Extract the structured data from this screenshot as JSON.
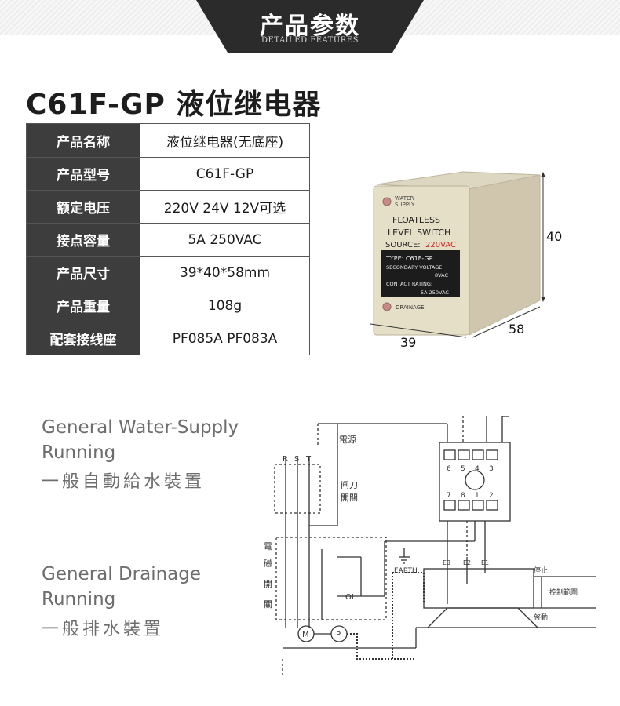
{
  "header": {
    "title": "产品参数",
    "subtitle": "DETAILED FEATURES"
  },
  "product_title": "C61F-GP 液位继电器",
  "specs": [
    {
      "label": "产品名称",
      "value": "液位继电器(无底座)"
    },
    {
      "label": "产品型号",
      "value": "C61F-GP"
    },
    {
      "label": "额定电压",
      "value": "220V 24V 12V可选"
    },
    {
      "label": "接点容量",
      "value": "5A 250VAC"
    },
    {
      "label": "产品尺寸",
      "value": "39*40*58mm"
    },
    {
      "label": "产品重量",
      "value": "108g"
    },
    {
      "label": "配套接线座",
      "value": "PF085A  PF083A"
    }
  ],
  "relay": {
    "water_supply": "WATER-\nSUPPLY",
    "line1": "FLOATLESS",
    "line2": "LEVEL SWITCH",
    "source_prefix": "SOURCE:",
    "source_value": "220VAC",
    "type_line": "TYPE:  C61F-GP",
    "secondary_voltage": "SECONDARY VOLTAGE:",
    "secondary_value": "8VAC",
    "contact_rating": "CONTACT RATING:",
    "contact_value": "5A 250VAC",
    "drainage": "DRAINAGE",
    "dim_height": "40",
    "dim_depth": "58",
    "dim_width": "39",
    "accent_color": "#cc2222"
  },
  "captions": {
    "supply_en_1": "General Water-Supply",
    "supply_en_2": "Running",
    "supply_zh": "一般自動給水裝置",
    "drain_en_1": "General Drainage",
    "drain_en_2": "Running",
    "drain_zh": "一般排水裝置"
  },
  "wiring": {
    "power_label": "電源",
    "phase_r": "R",
    "phase_s": "S",
    "phase_t": "T",
    "knife_switch_1": "闸刀",
    "knife_switch_2": "開關",
    "mag_1": "電",
    "mag_2": "磁",
    "mag_3": "開",
    "mag_4": "關",
    "ol_label": "OL",
    "earth_label": "EARTH",
    "e1": "E1",
    "e2": "E2",
    "e3": "E3",
    "stop_label": "停止",
    "range_label": "控制範圍",
    "start_label": "啓動",
    "motor_label": "M",
    "pump_label": "P",
    "terminals_top": [
      "6",
      "5",
      "4",
      "3"
    ],
    "terminals_bottom": [
      "7",
      "8",
      "1",
      "2"
    ]
  }
}
